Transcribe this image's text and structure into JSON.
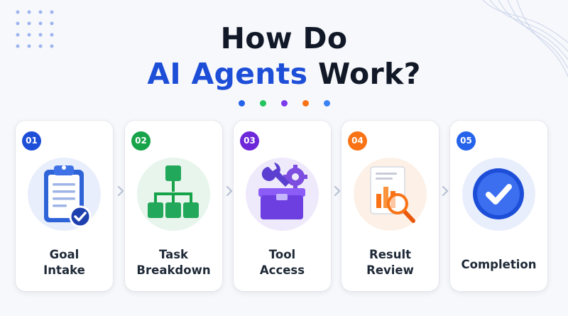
{
  "title": {
    "line1": "How Do",
    "line2_accent": "AI Agents",
    "line2_rest": "Work?"
  },
  "colors": {
    "blue": "#1d4ed8",
    "green": "#16a34a",
    "purple": "#6d28d9",
    "orange": "#f97316",
    "light_blue": "#2563eb"
  },
  "steps": [
    {
      "number": "01",
      "line1": "Goal",
      "line2": "Intake",
      "icon": "clipboard-check-icon"
    },
    {
      "number": "02",
      "line1": "Task",
      "line2": "Breakdown",
      "icon": "hierarchy-icon"
    },
    {
      "number": "03",
      "line1": "Tool",
      "line2": "Access",
      "icon": "toolbox-icon"
    },
    {
      "number": "04",
      "line1": "Result",
      "line2": "Review",
      "icon": "report-magnifier-icon"
    },
    {
      "number": "05",
      "line1": "Completion",
      "icon": "check-circle-icon"
    }
  ]
}
